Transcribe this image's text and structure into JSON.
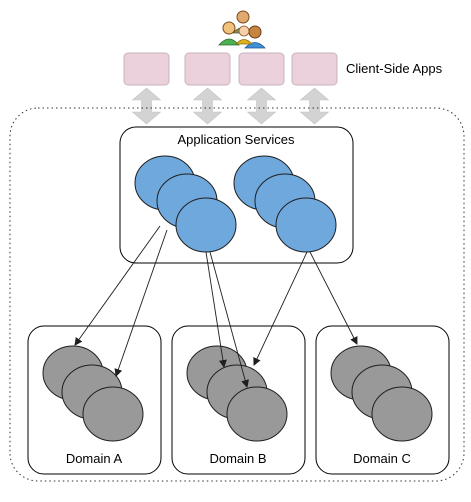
{
  "labels": {
    "client_apps": "Client-Side Apps",
    "app_services": "Application Services",
    "domain_a": "Domain A",
    "domain_b": "Domain B",
    "domain_c": "Domain C"
  },
  "icons": {
    "users": "users-group-icon"
  },
  "colors": {
    "client_app_fill": "#ead1dc",
    "client_app_stroke": "#c9b3bd",
    "service_fill": "#6fa8dc",
    "service_stroke": "#1f1f1f",
    "domain_item_fill": "#999999",
    "domain_item_stroke": "#1f1f1f",
    "connector_fill": "#d3d3d3",
    "arrow": "#1f1f1f"
  },
  "client_apps": [
    {
      "name": "client-app-1"
    },
    {
      "name": "client-app-2"
    },
    {
      "name": "client-app-3"
    },
    {
      "name": "client-app-4"
    }
  ]
}
